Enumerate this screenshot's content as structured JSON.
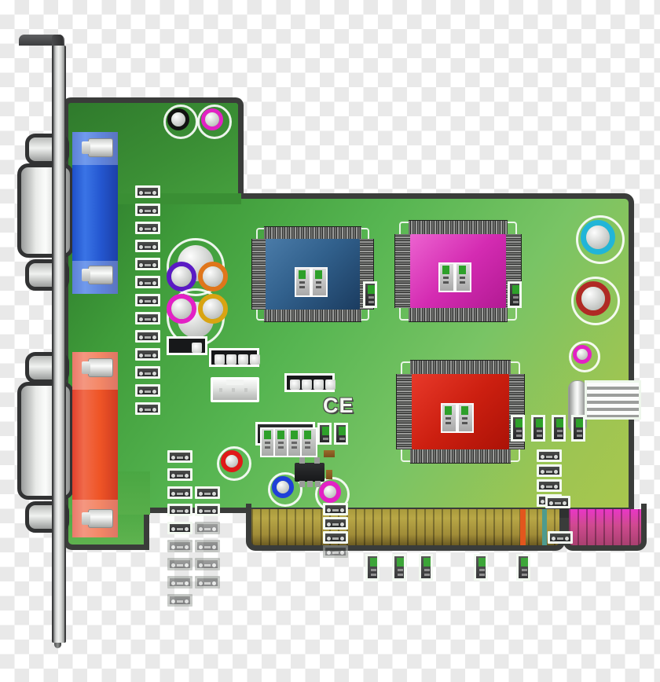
{
  "illustration": {
    "title": "PCI Sound Card",
    "silkscreen_marking": "CE",
    "background": "transparent-checkerboard"
  },
  "colors": {
    "pcb_green_dark": "#2d7a2b",
    "pcb_green_light": "#a8c64e",
    "pcb_edge": "#3a3c3a",
    "chip_blue": "#2d5b86",
    "chip_magenta": "#d42bb2",
    "chip_red": "#cc1f10",
    "connector_blue": "#2457d0",
    "connector_red": "#ef5526",
    "gold_fingers": "#a99a3c",
    "bracket_metal": "#d6d8d6"
  },
  "bracket": {
    "name": "pci-slot-bracket",
    "dsub_ports": [
      {
        "label": "db15-game-midi-port",
        "position": "upper"
      },
      {
        "label": "db25-port",
        "position": "lower"
      }
    ]
  },
  "connectors": {
    "blue": {
      "name": "blue-io-connector",
      "color": "#2457d0"
    },
    "red": {
      "name": "red-io-connector",
      "color": "#ef5526"
    }
  },
  "jacks": [
    {
      "name": "jack-black-top",
      "color": "#121212",
      "label": "black"
    },
    {
      "name": "jack-magenta-top",
      "color": "#e321c5",
      "label": "magenta"
    },
    {
      "name": "jack-violet",
      "color": "#5b1ac4",
      "label": "violet"
    },
    {
      "name": "jack-orange",
      "color": "#e0761b",
      "label": "orange"
    },
    {
      "name": "jack-magenta-mid",
      "color": "#e321c5",
      "label": "magenta"
    },
    {
      "name": "jack-gold",
      "color": "#d9a412",
      "label": "gold"
    },
    {
      "name": "jack-cyan-right",
      "color": "#21b5d8",
      "label": "cyan"
    },
    {
      "name": "jack-darkred-right",
      "color": "#b02a25",
      "label": "dark red"
    },
    {
      "name": "jack-magenta-small",
      "color": "#e321c5",
      "label": "magenta small"
    },
    {
      "name": "jack-red-lower",
      "color": "#e01919",
      "label": "red"
    },
    {
      "name": "jack-blue-lower",
      "color": "#1f3fd8",
      "label": "blue"
    },
    {
      "name": "jack-magenta-lower",
      "color": "#e321c5",
      "label": "magenta"
    }
  ],
  "chips": [
    {
      "name": "chip-blue",
      "color_top": "#3f6c96",
      "color_bottom": "#1d3f63",
      "marks": 2
    },
    {
      "name": "chip-magenta",
      "color_top": "#e24bc6",
      "color_bottom": "#b81b96",
      "marks": 2
    },
    {
      "name": "chip-red",
      "color_top": "#e03020",
      "color_bottom": "#b01208",
      "marks": 2
    }
  ],
  "edge_connector": {
    "name": "pci-edge-connector",
    "main_segment_color": "#a99a3c",
    "short_segment_color": "#cf4a8f",
    "key_colors": [
      "#e2561d",
      "#4e9b8e"
    ]
  },
  "component_counts": {
    "left_resistor_column": 16,
    "dip_switch_positions": 4,
    "header_4pin": 2,
    "bottom_capacitors": 5
  }
}
